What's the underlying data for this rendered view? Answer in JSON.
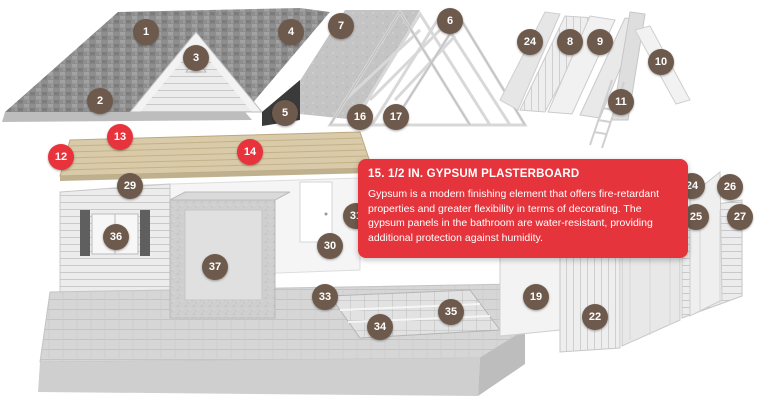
{
  "markers": [
    {
      "label": "1",
      "state": "default"
    },
    {
      "label": "2",
      "state": "default"
    },
    {
      "label": "3",
      "state": "default"
    },
    {
      "label": "4",
      "state": "default"
    },
    {
      "label": "5",
      "state": "default"
    },
    {
      "label": "6",
      "state": "default"
    },
    {
      "label": "7",
      "state": "default"
    },
    {
      "label": "8",
      "state": "default"
    },
    {
      "label": "9",
      "state": "default"
    },
    {
      "label": "10",
      "state": "default"
    },
    {
      "label": "11",
      "state": "default"
    },
    {
      "label": "12",
      "state": "highlighted"
    },
    {
      "label": "13",
      "state": "highlighted"
    },
    {
      "label": "14",
      "state": "highlighted"
    },
    {
      "label": "16",
      "state": "default"
    },
    {
      "label": "17",
      "state": "default"
    },
    {
      "label": "19",
      "state": "default"
    },
    {
      "label": "22",
      "state": "default"
    },
    {
      "label": "24",
      "state": "default"
    },
    {
      "label": "24",
      "state": "default"
    },
    {
      "label": "25",
      "state": "default"
    },
    {
      "label": "26",
      "state": "default"
    },
    {
      "label": "27",
      "state": "default"
    },
    {
      "label": "29",
      "state": "default"
    },
    {
      "label": "30",
      "state": "default"
    },
    {
      "label": "31",
      "state": "default"
    },
    {
      "label": "33",
      "state": "default"
    },
    {
      "label": "34",
      "state": "default"
    },
    {
      "label": "35",
      "state": "default"
    },
    {
      "label": "36",
      "state": "default"
    },
    {
      "label": "37",
      "state": "default"
    }
  ],
  "tooltip": {
    "title": "15. 1/2 IN. GYPSUM PLASTERBOARD",
    "body": "Gypsum is a modern finishing element that offers fire-retardant properties and greater flexibility in terms of decorating. The gypsum panels in the bathroom are water-resistant, providing additional protection against humidity."
  },
  "colors": {
    "marker": "#6e5a4d",
    "marker_active": "#e8323c",
    "tooltip_bg": "#e5343c",
    "roof_shingles": "#8f8f8f",
    "siding": "#e9e9e9",
    "foundation": "#d9d9d9",
    "subfloor": "#d8c8a8"
  }
}
